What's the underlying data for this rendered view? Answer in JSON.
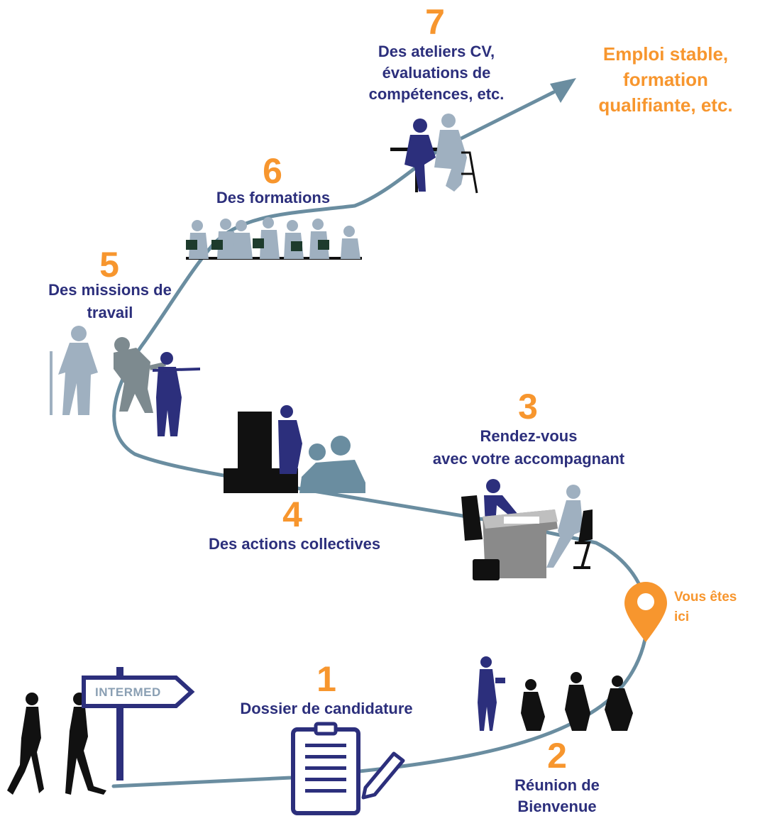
{
  "colors": {
    "path": "#6a8da0",
    "navy": "#2c2f7c",
    "orange": "#f7962e",
    "grey_figure": "#9fb0c0",
    "dark_figure": "#111111"
  },
  "sign_label": "INTERMED",
  "steps": [
    {
      "number": "1",
      "label": "Dossier de candidature"
    },
    {
      "number": "2",
      "label_line1": "Réunion de",
      "label_line2": "Bienvenue"
    },
    {
      "number": "3",
      "label_line1": "Rendez-vous",
      "label_line2": "avec votre accompagnant"
    },
    {
      "number": "4",
      "label": "Des actions collectives"
    },
    {
      "number": "5",
      "label_line1": "Des missions de",
      "label_line2": "travail"
    },
    {
      "number": "6",
      "label": "Des formations"
    },
    {
      "number": "7",
      "label_line1": "Des ateliers CV,",
      "label_line2": "évaluations de",
      "label_line3": "compétences, etc."
    }
  ],
  "you_are_here": {
    "line1": "Vous êtes",
    "line2": "ici",
    "icon": "map-pin-icon"
  },
  "goal": {
    "line1": "Emploi stable,",
    "line2": "formation",
    "line3": "qualifiante, etc."
  }
}
